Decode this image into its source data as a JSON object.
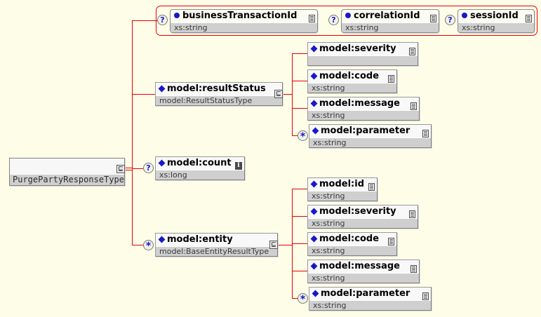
{
  "diagram": {
    "kind": "xml-schema-tree",
    "background_color": "#fefee8",
    "connector_color": "#e60000",
    "root": {
      "type_name": "PurgePartyResponseType",
      "sequence_badge": "⊑"
    },
    "attribute_group": {
      "attributes": [
        {
          "name": "businessTransactionId",
          "type": "xs:string",
          "occurrence": "?",
          "bullet": "attribute",
          "badge": "doc"
        },
        {
          "name": "correlationId",
          "type": "xs:string",
          "occurrence": "?",
          "bullet": "attribute",
          "badge": "doc"
        },
        {
          "name": "sessionId",
          "type": "xs:string",
          "occurrence": "?",
          "bullet": "attribute",
          "badge": "doc"
        }
      ]
    },
    "children": [
      {
        "name": "model:resultStatus",
        "type": "model:ResultStatusType",
        "occurrence": "",
        "bullet": "element",
        "badge": "sequence",
        "sequence_badge": "⊑",
        "children": [
          {
            "name": "model:severity",
            "type": "",
            "occurrence": "",
            "bullet": "element",
            "badge": "doc"
          },
          {
            "name": "model:code",
            "type": "xs:string",
            "occurrence": "",
            "bullet": "element",
            "badge": "doc"
          },
          {
            "name": "model:message",
            "type": "xs:string",
            "occurrence": "",
            "bullet": "element",
            "badge": "doc"
          },
          {
            "name": "model:parameter",
            "type": "xs:string",
            "occurrence": "*",
            "bullet": "element",
            "badge": "doc"
          }
        ]
      },
      {
        "name": "model:count",
        "type": "xs:long",
        "occurrence": "?",
        "bullet": "element",
        "badge": "info",
        "info_badge": "i",
        "children": []
      },
      {
        "name": "model:entity",
        "type": "model:BaseEntityResultType",
        "occurrence": "*",
        "bullet": "element",
        "badge": "sequence",
        "sequence_badge": "⊑",
        "children": [
          {
            "name": "model:id",
            "type": "xs:string",
            "occurrence": "",
            "bullet": "element",
            "badge": "doc"
          },
          {
            "name": "model:severity",
            "type": "xs:string",
            "occurrence": "",
            "bullet": "element",
            "badge": "doc"
          },
          {
            "name": "model:code",
            "type": "xs:string",
            "occurrence": "",
            "bullet": "element",
            "badge": "doc"
          },
          {
            "name": "model:message",
            "type": "xs:string",
            "occurrence": "",
            "bullet": "element",
            "badge": "doc"
          },
          {
            "name": "model:parameter",
            "type": "xs:string",
            "occurrence": "*",
            "bullet": "element",
            "badge": "doc"
          }
        ]
      }
    ]
  }
}
